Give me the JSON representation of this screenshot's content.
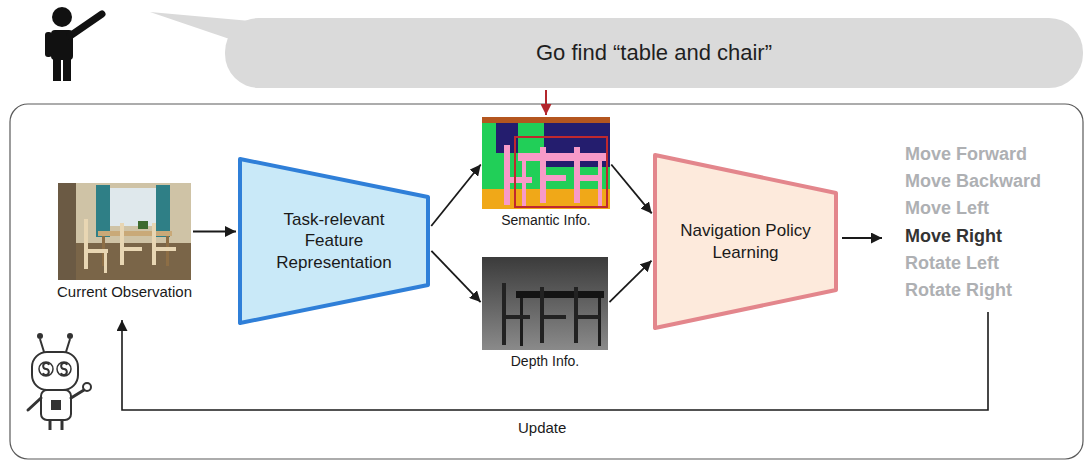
{
  "diagram": {
    "nodes": [
      {
        "text": [
          "Go find “table and chair”"
        ]
      },
      {
        "text": [
          "Current Observation"
        ]
      },
      {
        "text": [
          "Task-relevant Feature Representation"
        ]
      },
      {
        "text": [
          "Semantic Info."
        ]
      },
      {
        "text": [
          "Depth Info."
        ]
      },
      {
        "text": [
          "Navigation Policy Learning"
        ]
      }
    ],
    "edges": [
      {
        "from": 0,
        "to": 3,
        "arrow": "to"
      },
      {
        "from": 1,
        "to": 2,
        "arrow": "to"
      },
      {
        "from": 2,
        "to": 3,
        "arrow": "to"
      },
      {
        "from": 2,
        "to": 4,
        "arrow": "to"
      },
      {
        "from": 3,
        "to": 5,
        "arrow": "to"
      },
      {
        "from": 4,
        "to": 5,
        "arrow": "to"
      }
    ],
    "labels": [
      "Move Forward",
      "Move Backward",
      "Move Left",
      "Move Right",
      "Rotate Left",
      "Rotate Right",
      "Update"
    ]
  }
}
